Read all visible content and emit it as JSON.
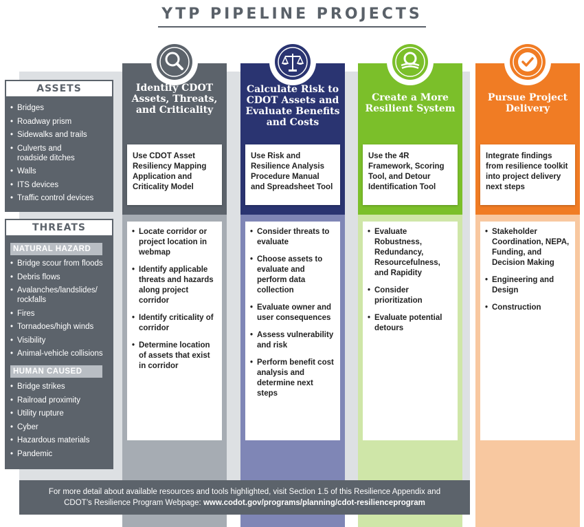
{
  "title": "YTP PIPELINE PROJECTS",
  "colors": {
    "gray": "#5c636b",
    "navy": "#2a3471",
    "green": "#7bbf2a",
    "orange": "#f07c24",
    "backdrop": "#dde0e3"
  },
  "assets": {
    "heading": "ASSETS",
    "items": [
      "Bridges",
      "Roadway prism",
      "Sidewalks and trails",
      "Culverts and roadside ditches",
      "Walls",
      "ITS devices",
      "Traffic control devices"
    ]
  },
  "threats": {
    "heading": "THREATS",
    "natural": {
      "label": "NATURAL HAZARD",
      "items": [
        "Bridge scour from floods",
        "Debris flows",
        "Avalanches/landslides/ rockfalls",
        "Fires",
        "Tornadoes/high winds",
        "Visibility",
        "Animal-vehicle collisions"
      ]
    },
    "human": {
      "label": "HUMAN CAUSED",
      "items": [
        "Bridge strikes",
        "Railroad proximity",
        "Utility rupture",
        "Cyber",
        "Hazardous materials",
        "Pandemic"
      ]
    }
  },
  "columns": [
    {
      "title": "Identify CDOT Assets, Threats, and Criticality",
      "icon": "magnifier-icon",
      "tool": "Use CDOT Asset Resiliency Mapping Application and Criticality Model",
      "steps": [
        "Locate corridor or project location in webmap",
        "Identify applicable threats and hazards along project corridor",
        "Identify criticality of corridor",
        "Determine location of assets that exist in corridor"
      ]
    },
    {
      "title": "Calculate Risk to CDOT Assets and Evaluate Benefits and Costs",
      "icon": "scales-icon",
      "tool": "Use Risk and Resilience Analysis Procedure Manual and Spreadsheet Tool",
      "steps": [
        "Consider threats to evaluate",
        "Choose assets to evaluate and perform data collection",
        "Evaluate owner and user consequences",
        "Assess vulnerability and risk",
        "Perform benefit cost analysis and determine next steps"
      ]
    },
    {
      "title": "Create a More Resilient System",
      "icon": "resilient-system-icon",
      "tool": "Use the 4R Framework, Scoring Tool, and Detour Identification Tool",
      "steps": [
        "Evaluate Robustness, Redundancy, Resourcefulness, and Rapidity",
        "Consider prioritization",
        "Evaluate potential detours"
      ]
    },
    {
      "title": "Pursue Project Delivery",
      "icon": "checkmark-icon",
      "tool": "Integrate findings from resilience toolkit into project delivery next steps",
      "steps": [
        "Stakeholder Coordination, NEPA, Funding, and Decision Making",
        "Engineering and Design",
        "Construction"
      ]
    }
  ],
  "footer": {
    "line1": "For more detail about available resources and tools highlighted, visit Section 1.5 of this Resilience Appendix and",
    "line2_prefix": "CDOT’s Resilience Program Webpage:",
    "line2_url": "www.codot.gov/programs/planning/cdot-resilienceprogram"
  }
}
